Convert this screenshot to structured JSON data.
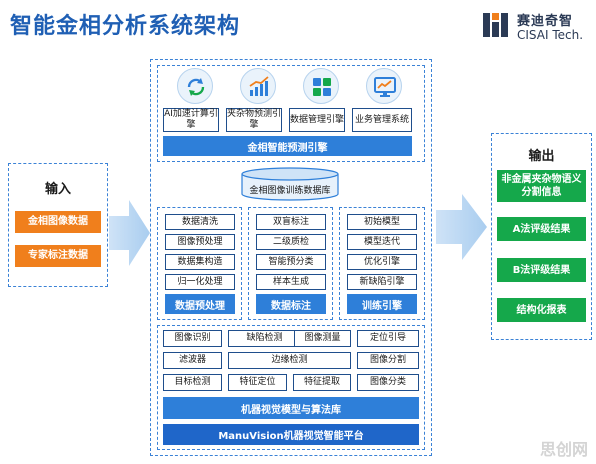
{
  "title": "智能金相分析系统架构",
  "logo": {
    "cn": "赛迪奇智",
    "en": "CISAI Tech."
  },
  "input": {
    "title": "输入",
    "items": [
      "金相图像数据",
      "专家标注数据"
    ]
  },
  "output": {
    "title": "输出",
    "items": [
      "非金属夹杂物语义分割信息",
      "A法评级结果",
      "B法评级结果",
      "结构化报表"
    ]
  },
  "engine": {
    "icons": [
      "refresh-cycle-icon",
      "growth-chart-icon",
      "grid-blocks-icon",
      "monitor-chart-icon"
    ],
    "modules": [
      "AI加速计算引擎",
      "夹杂物预测引擎",
      "数据管理引擎",
      "业务管理系统"
    ],
    "bar": "金相智能预测引擎"
  },
  "database": "金相图像训练数据库",
  "columns": [
    {
      "items": [
        "数据清洗",
        "图像预处理",
        "数据集构造",
        "归一化处理"
      ],
      "bar": "数据预处理"
    },
    {
      "items": [
        "双盲标注",
        "二级质检",
        "智能预分类",
        "样本生成"
      ],
      "bar": "数据标注"
    },
    {
      "items": [
        "初始模型",
        "模型迭代",
        "优化引擎",
        "新缺陷引擎"
      ],
      "bar": "训练引擎"
    }
  ],
  "algorithms": {
    "row1": [
      "图像识别",
      "缺陷检测",
      "图像测量",
      "定位引导"
    ],
    "row2": [
      "滤波器",
      "边缘检测",
      "图像分割"
    ],
    "row3": [
      "目标检测",
      "特征定位",
      "特征提取",
      "图像分类"
    ]
  },
  "bars": {
    "library": "机器视觉模型与算法库",
    "platform": "ManuVision机器视觉智能平台"
  },
  "watermark": "思创网",
  "colors": {
    "title": "#1f5fb4",
    "blue_bar": "#2e7fd9",
    "orange": "#f07f1c",
    "green": "#15a84b"
  }
}
